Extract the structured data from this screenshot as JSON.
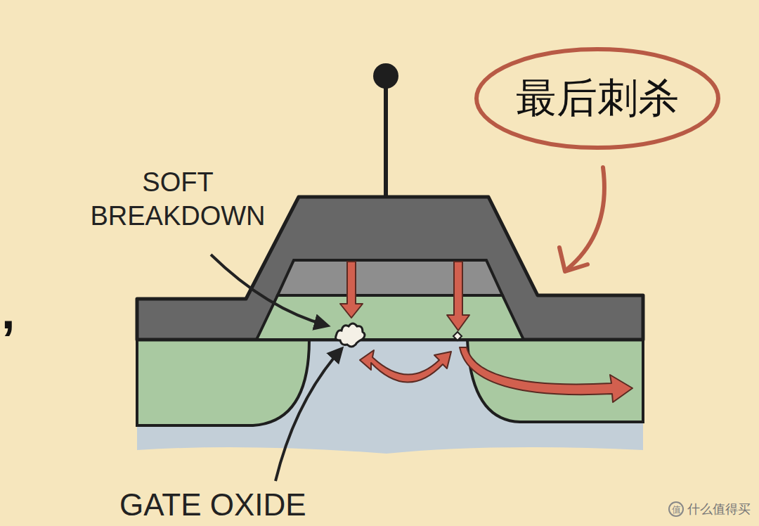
{
  "diagram": {
    "nodes": [
      {
        "text": [
          "最后刺杀"
        ]
      }
    ],
    "labels": [
      "SOFT BREAKDOWN",
      "GATE OXIDE",
      ",",
      "什么值得买"
    ]
  }
}
